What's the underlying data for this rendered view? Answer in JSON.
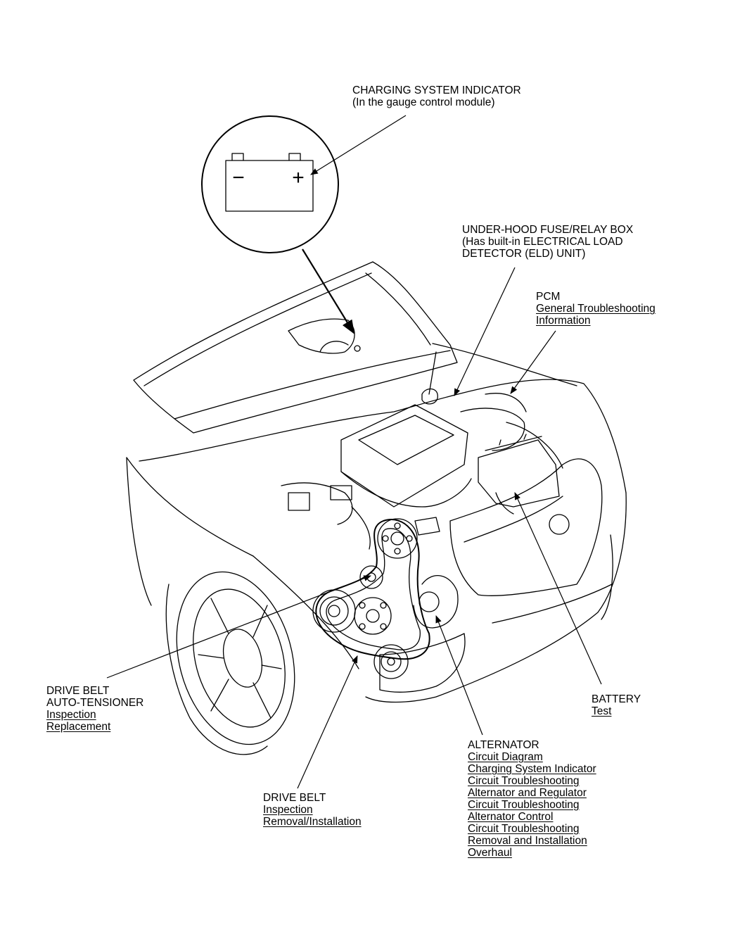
{
  "callouts": {
    "charging_indicator": {
      "title": "CHARGING SYSTEM INDICATOR",
      "note": "(In the gauge control module)"
    },
    "fuse_box": {
      "title": "UNDER-HOOD FUSE/RELAY BOX",
      "note1": "(Has built-in ELECTRICAL LOAD",
      "note2": "DETECTOR (ELD) UNIT)"
    },
    "pcm": {
      "title": "PCM",
      "links": [
        "General Troubleshooting",
        "Information"
      ]
    },
    "auto_tensioner": {
      "title1": "DRIVE BELT",
      "title2": "AUTO-TENSIONER",
      "links": [
        "Inspection",
        "Replacement"
      ]
    },
    "battery": {
      "title": "BATTERY",
      "links": [
        "Test"
      ]
    },
    "alternator": {
      "title": "ALTERNATOR",
      "links": [
        "Circuit Diagram",
        "Charging System Indicator",
        "Circuit Troubleshooting",
        "Alternator and Regulator",
        "Circuit Troubleshooting",
        "Alternator Control",
        "Circuit Troubleshooting",
        "Removal and Installation",
        "Overhaul"
      ]
    },
    "drive_belt": {
      "title": "DRIVE BELT",
      "links": [
        "Inspection",
        "Removal/Installation"
      ]
    }
  },
  "indicator_symbols": {
    "minus": "−",
    "plus": "+"
  }
}
